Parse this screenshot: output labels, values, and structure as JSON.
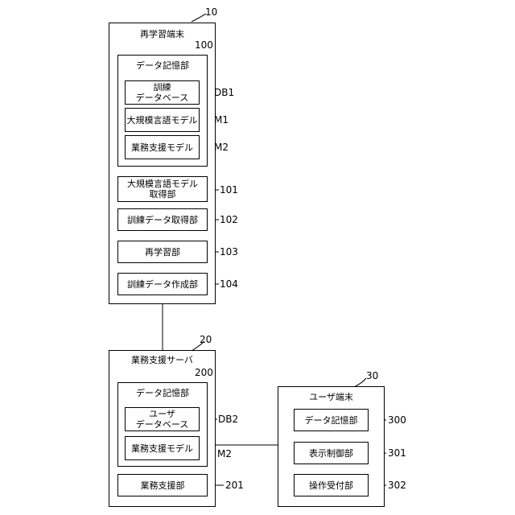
{
  "terminal_10": {
    "ref": "10",
    "title": "再学習端末",
    "storage": {
      "ref": "100",
      "title": "データ記憶部",
      "items": [
        {
          "label": "訓練\nデータベース",
          "ref": "DB1"
        },
        {
          "label": "大規模言語モデル",
          "ref": "M1"
        },
        {
          "label": "業務支援モデル",
          "ref": "M2"
        }
      ]
    },
    "units": [
      {
        "label": "大規模言語モデル\n取得部",
        "ref": "101"
      },
      {
        "label": "訓練データ取得部",
        "ref": "102"
      },
      {
        "label": "再学習部",
        "ref": "103"
      },
      {
        "label": "訓練データ作成部",
        "ref": "104"
      }
    ]
  },
  "server_20": {
    "ref": "20",
    "title": "業務支援サーバ",
    "storage": {
      "ref": "200",
      "title": "データ記憶部",
      "items": [
        {
          "label": "ユーザ\nデータベース",
          "ref": "DB2"
        },
        {
          "label": "業務支援モデル",
          "ref": "M2"
        }
      ]
    },
    "units": [
      {
        "label": "業務支援部",
        "ref": "201"
      }
    ]
  },
  "user_30": {
    "ref": "30",
    "title": "ユーザ端末",
    "units": [
      {
        "label": "データ記憶部",
        "ref": "300"
      },
      {
        "label": "表示制御部",
        "ref": "301"
      },
      {
        "label": "操作受付部",
        "ref": "302"
      }
    ]
  }
}
